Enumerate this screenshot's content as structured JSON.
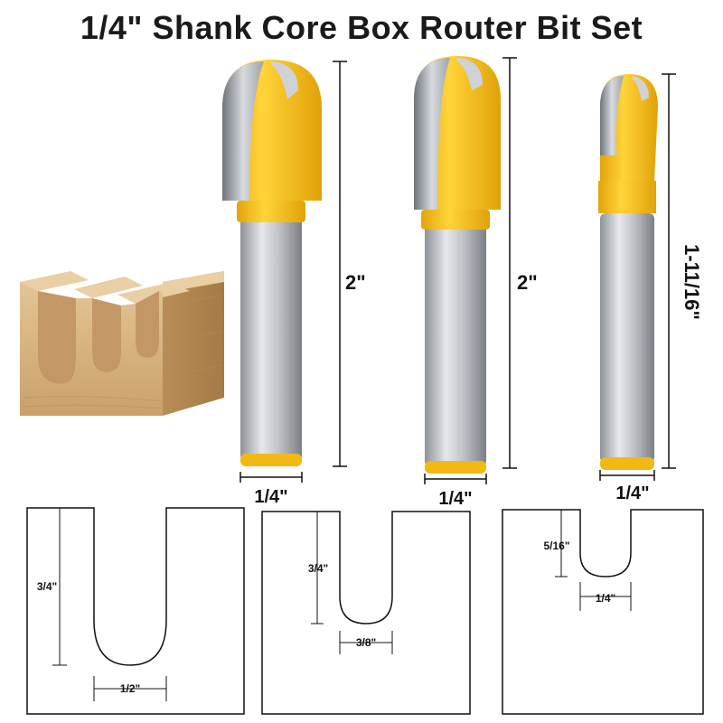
{
  "title": "1/4\" Shank Core Box Router Bit Set",
  "colors": {
    "bit_yellow": "#f2b914",
    "shank_gray": "#b8bcc2",
    "wood": "#d8b682"
  },
  "bits": [
    {
      "height_label": "2\"",
      "shank_label": "1/4\""
    },
    {
      "height_label": "2\"",
      "shank_label": "1/4\""
    },
    {
      "height_label": "1-11/16\"",
      "shank_label": "1/4\""
    }
  ],
  "profiles": [
    {
      "depth_label": "3/4\"",
      "width_label": "1/2\""
    },
    {
      "depth_label": "3/4\"",
      "width_label": "3/8\""
    },
    {
      "depth_label": "5/16\"",
      "width_label": "1/4\""
    }
  ]
}
